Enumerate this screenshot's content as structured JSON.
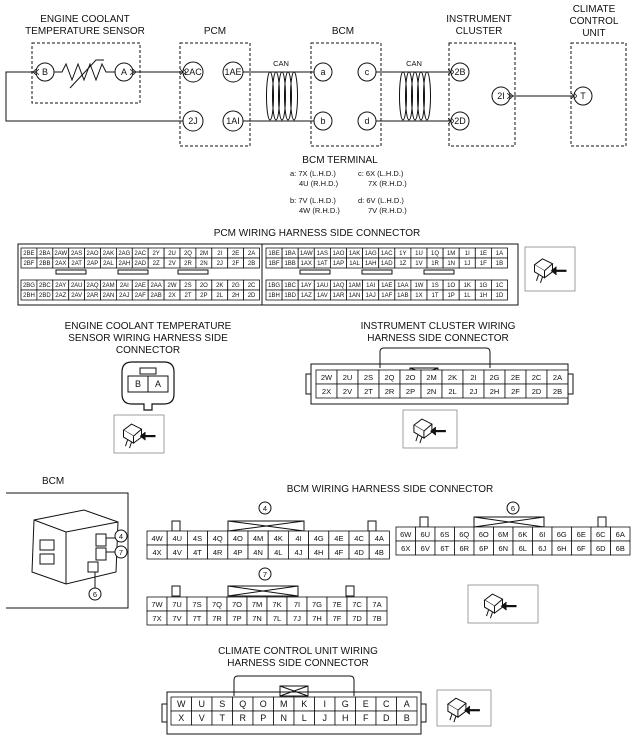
{
  "top": {
    "components": {
      "ect": [
        "ENGINE COOLANT",
        "TEMPERATURE SENSOR"
      ],
      "pcm": "PCM",
      "bcm": "BCM",
      "ic": [
        "INSTRUMENT",
        "CLUSTER"
      ],
      "ccu": [
        "CLIMATE",
        "CONTROL",
        "UNIT"
      ]
    },
    "bus_labels": [
      "CAN",
      "CAN"
    ],
    "pins": {
      "ect": [
        "B",
        "A"
      ],
      "pcm": [
        "2AC",
        "1AE",
        "2J",
        "1AI"
      ],
      "bcm": [
        "a",
        "c",
        "b",
        "d"
      ],
      "ic": [
        "2B",
        "2I",
        "2D"
      ],
      "ccu": [
        "T"
      ]
    }
  },
  "bcm_terminal": {
    "title": "BCM TERMINAL",
    "entries": [
      [
        "a: 7X (L.H.D.)",
        "4U (R.H.D.)"
      ],
      [
        "c: 6X (L.H.D.)",
        "7X (R.H.D.)"
      ],
      [
        "b: 7V (L.H.D.)",
        "4W (R.H.D.)"
      ],
      [
        "d: 6V (L.H.D.)",
        "7V (R.H.D.)"
      ]
    ]
  },
  "pcm_connector": {
    "title": "PCM WIRING HARNESS SIDE CONNECTOR",
    "left_rows": [
      [
        "2BE",
        "2BA",
        "2AW",
        "2AS",
        "2AO",
        "2AK",
        "2AG",
        "2AC",
        "2Y",
        "2U",
        "2Q",
        "2M",
        "2I",
        "2E",
        "2A"
      ],
      [
        "2BF",
        "2BB",
        "2AX",
        "2AT",
        "2AP",
        "2AL",
        "2AH",
        "2AD",
        "2Z",
        "2V",
        "2R",
        "2N",
        "2J",
        "2F",
        "2B"
      ],
      [
        "2BG",
        "2BC",
        "2AY",
        "2AU",
        "2AQ",
        "2AM",
        "2AI",
        "2AE",
        "2AA",
        "2W",
        "2S",
        "2O",
        "2K",
        "2G",
        "2C"
      ],
      [
        "2BH",
        "2BD",
        "2AZ",
        "2AV",
        "2AR",
        "2AN",
        "2AJ",
        "2AF",
        "2AB",
        "2X",
        "2T",
        "2P",
        "2L",
        "2H",
        "2D"
      ]
    ],
    "right_rows": [
      [
        "1BE",
        "1BA",
        "1AW",
        "1AS",
        "1AO",
        "1AK",
        "1AG",
        "1AC",
        "1Y",
        "1U",
        "1Q",
        "1M",
        "1I",
        "1E",
        "1A"
      ],
      [
        "1BF",
        "1BB",
        "1AX",
        "1AT",
        "1AP",
        "1AL",
        "1AH",
        "1AD",
        "1Z",
        "1V",
        "1R",
        "1N",
        "1J",
        "1F",
        "1B"
      ],
      [
        "1BG",
        "1BC",
        "1AY",
        "1AU",
        "1AQ",
        "1AM",
        "1AI",
        "1AE",
        "1AA",
        "1W",
        "1S",
        "1O",
        "1K",
        "1G",
        "1C"
      ],
      [
        "1BH",
        "1BD",
        "1AZ",
        "1AV",
        "1AR",
        "1AN",
        "1AJ",
        "1AF",
        "1AB",
        "1X",
        "1T",
        "1P",
        "1L",
        "1H",
        "1D"
      ]
    ]
  },
  "ect_connector": {
    "title": [
      "ENGINE COOLANT TEMPERATURE",
      "SENSOR WIRING HARNESS SIDE",
      "CONNECTOR"
    ],
    "pins": [
      "B",
      "A"
    ]
  },
  "ic_connector": {
    "title": [
      "INSTRUMENT CLUSTER WIRING",
      "HARNESS SIDE CONNECTOR"
    ],
    "rows": [
      [
        "2W",
        "2U",
        "2S",
        "2Q",
        "2O",
        "2M",
        "2K",
        "2I",
        "2G",
        "2E",
        "2C",
        "2A"
      ],
      [
        "2X",
        "2V",
        "2T",
        "2R",
        "2P",
        "2N",
        "2L",
        "2J",
        "2H",
        "2F",
        "2D",
        "2B"
      ]
    ]
  },
  "bcm_view": {
    "title": "BCM",
    "callouts": [
      "4",
      "7",
      "6"
    ]
  },
  "bcm_connector": {
    "title": "BCM WIRING HARNESS SIDE CONNECTOR",
    "c4": {
      "num": "4",
      "rows": [
        [
          "4W",
          "4U",
          "4S",
          "4Q",
          "4O",
          "4M",
          "4K",
          "4I",
          "4G",
          "4E",
          "4C",
          "4A"
        ],
        [
          "4X",
          "4V",
          "4T",
          "4R",
          "4P",
          "4N",
          "4L",
          "4J",
          "4H",
          "4F",
          "4D",
          "4B"
        ]
      ]
    },
    "c6": {
      "num": "6",
      "rows": [
        [
          "6W",
          "6U",
          "6S",
          "6Q",
          "6O",
          "6M",
          "6K",
          "6I",
          "6G",
          "6E",
          "6C",
          "6A"
        ],
        [
          "6X",
          "6V",
          "6T",
          "6R",
          "6P",
          "6N",
          "6L",
          "6J",
          "6H",
          "6F",
          "6D",
          "6B"
        ]
      ]
    },
    "c7": {
      "num": "7",
      "rows": [
        [
          "7W",
          "7U",
          "7S",
          "7Q",
          "7O",
          "7M",
          "7K",
          "7I",
          "7G",
          "7E",
          "7C",
          "7A"
        ],
        [
          "7X",
          "7V",
          "7T",
          "7R",
          "7P",
          "7N",
          "7L",
          "7J",
          "7H",
          "7F",
          "7D",
          "7B"
        ]
      ]
    }
  },
  "ccu_connector": {
    "title": [
      "CLIMATE CONTROL UNIT WIRING",
      "HARNESS SIDE CONNECTOR"
    ],
    "rows": [
      [
        "W",
        "U",
        "S",
        "Q",
        "O",
        "M",
        "K",
        "I",
        "G",
        "E",
        "C",
        "A"
      ],
      [
        "X",
        "V",
        "T",
        "R",
        "P",
        "N",
        "L",
        "J",
        "H",
        "F",
        "D",
        "B"
      ]
    ]
  }
}
